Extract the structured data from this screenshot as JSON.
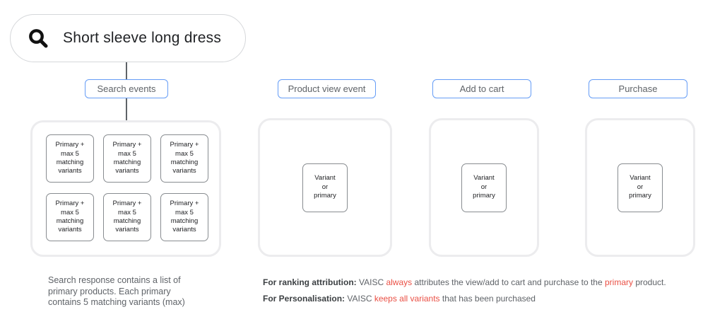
{
  "search": {
    "query": "Short sleeve long dress"
  },
  "events": [
    {
      "label": "Search events"
    },
    {
      "label": "Product view event"
    },
    {
      "label": "Add to cart"
    },
    {
      "label": "Purchase"
    }
  ],
  "search_results": {
    "box_text": "Primary +\nmax 5\nmatching\nvariants"
  },
  "variant_box_text": "Variant\nor\nprimary",
  "notes": {
    "search_response": "Search response contains a list of\nprimary products. Each primary\ncontains 5 matching variants (max)",
    "ranking": [
      {
        "t": "For ranking attribution:",
        "s": "bold"
      },
      {
        "t": " VAISC ",
        "s": "normal"
      },
      {
        "t": "always",
        "s": "red"
      },
      {
        "t": " attributes the view/add to cart and purchase to the ",
        "s": "normal"
      },
      {
        "t": "primary",
        "s": "red"
      },
      {
        "t": " product.",
        "s": "normal"
      }
    ],
    "personalisation": [
      {
        "t": "For Personalisation:",
        "s": "bold"
      },
      {
        "t": " VAISC ",
        "s": "normal"
      },
      {
        "t": "keeps all variants",
        "s": "red"
      },
      {
        "t": " that has been purchased",
        "s": "normal"
      }
    ]
  },
  "colors": {
    "accent_blue": "#669df6",
    "highlight_red": "#ea5045",
    "text_gray": "#5f6368",
    "box_border_gray": "#888c90",
    "container_border_gray": "#ececee"
  }
}
